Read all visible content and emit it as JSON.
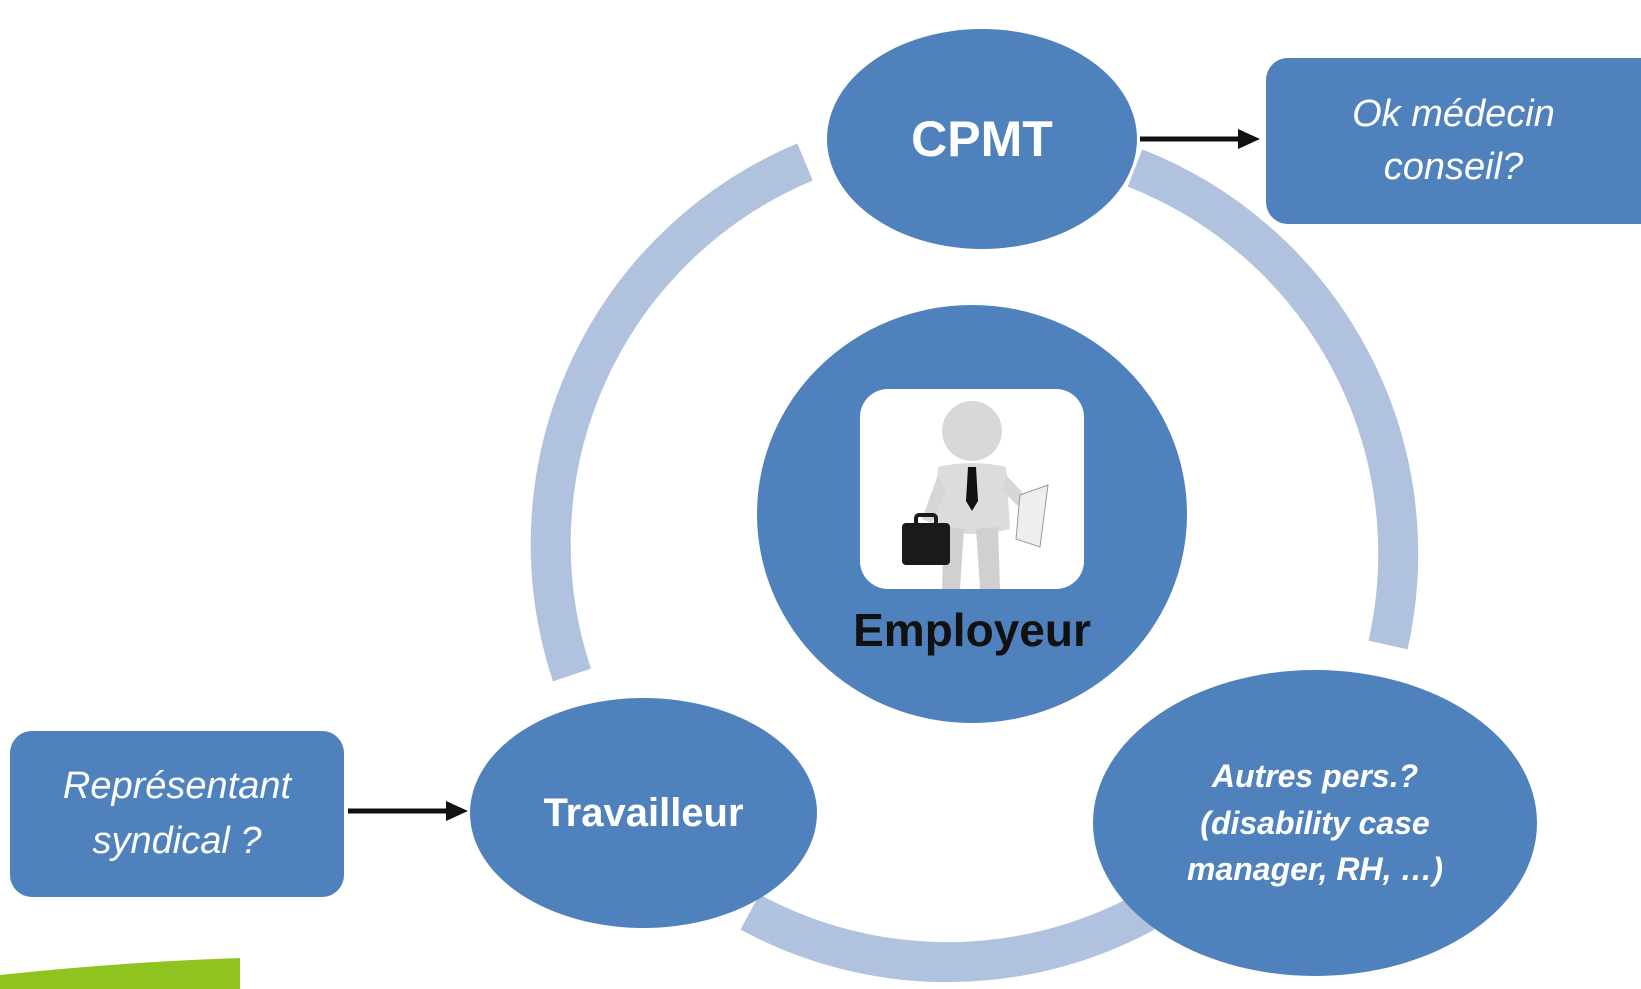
{
  "colors": {
    "node_fill": "#4f81bd",
    "ring": "#b0c2dd",
    "arrow": "#111111",
    "label_text": "#ffffff",
    "center_label": "#111111",
    "accent_bar": "#8fc31f"
  },
  "nodes": {
    "cpmt": "CPMT",
    "employeur": "Employeur",
    "travailleur": "Travailleur",
    "autres": {
      "line1": "Autres pers.?",
      "line2": "(disability case",
      "line3": "manager, RH, …)"
    }
  },
  "side_boxes": {
    "medecin": {
      "line1": "Ok médecin",
      "line2": "conseil?"
    },
    "syndical": {
      "line1": "Représentant",
      "line2": "syndical ?"
    }
  },
  "icons": {
    "center": "businessman-with-briefcase-icon"
  }
}
